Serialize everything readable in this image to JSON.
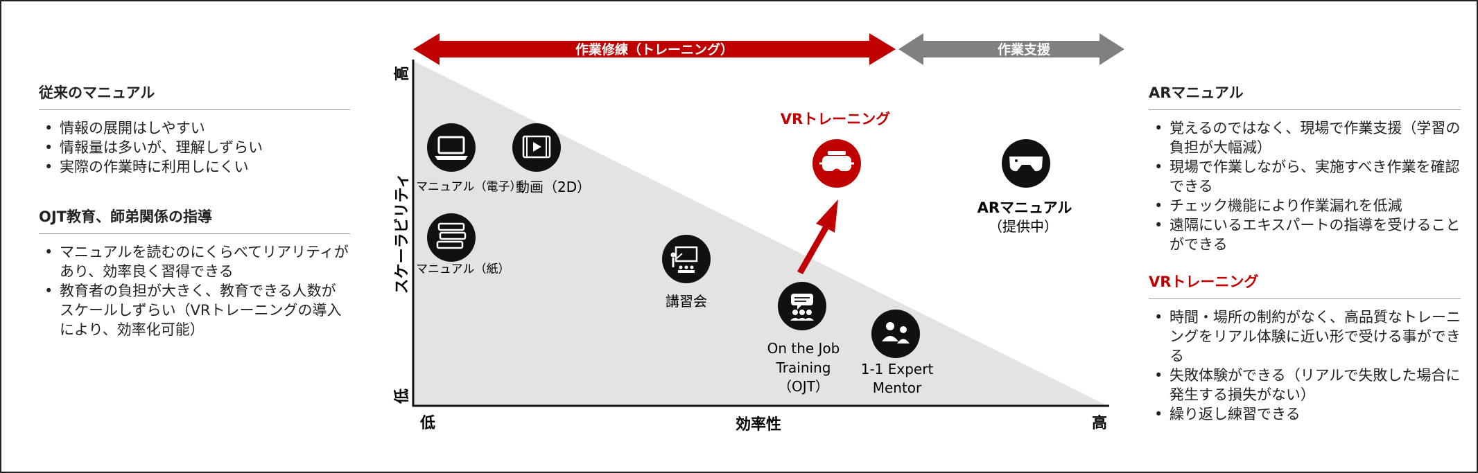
{
  "left_panel": {
    "sections": [
      {
        "title": "従来のマニュアル",
        "bullets": [
          "情報の展開はしやすい",
          "情報量は多いが、理解しずらい",
          "実際の作業時に利用しにくい"
        ]
      },
      {
        "title": "OJT教育、師弟関係の指導",
        "bullets": [
          "マニュアルを読むのにくらべてリアリティがあり、効率良く習得できる",
          "教育者の負担が大きく、教育できる人数がスケールしずらい（VRトレーニングの導入により、効率化可能）"
        ]
      }
    ]
  },
  "right_panel": {
    "sections": [
      {
        "title": "ARマニュアル",
        "bullets": [
          "覚えるのではなく、現場で作業支援（学習の負担が大幅減）",
          "現場で作業しながら、実施すべき作業を確認できる",
          "チェック機能により作業漏れを低減",
          "遠隔にいるエキスパートの指導を受けることができる"
        ]
      },
      {
        "title": "VRトレーニング",
        "title_color": "#c00000",
        "bullets": [
          "時間・場所の制約がなく、高品質なトレーニングをリアル体験に近い形で受ける事ができる",
          "失敗体験ができる（リアルで失敗した場合に発生する損失がない）",
          "繰り返し練習できる"
        ]
      }
    ]
  },
  "diagram": {
    "arrow_training": "作業修練（トレーニング）",
    "arrow_support": "作業支援",
    "y_axis": {
      "label": "スケーラビリティ",
      "high": "高",
      "low": "低"
    },
    "x_axis": {
      "label": "効率性",
      "low": "低",
      "high": "高"
    },
    "vr_title": "VRトレーニング",
    "items": {
      "manual_digital": "マニュアル（電子）",
      "video_2d": "動画（2D）",
      "manual_paper": "マニュアル（紙）",
      "lecture": "講習会",
      "ojt": [
        "On the Job",
        "Training",
        "（OJT）"
      ],
      "expert": [
        "1-1 Expert",
        "Mentor"
      ],
      "ar_manual": "ARマニュアル",
      "ar_status": "（提供中）"
    },
    "colors": {
      "red": "#c00000",
      "gray_arrow": "#808080",
      "triangle": "#e3e3e3",
      "icon": "#111111"
    },
    "icons": {
      "manual_digital": "laptop-icon",
      "video_2d": "video-player-icon",
      "manual_paper": "book-stack-icon",
      "lecture": "presentation-icon",
      "ojt": "speech-group-icon",
      "expert": "mentor-icon",
      "vr": "vr-headset-icon",
      "ar": "ar-glasses-icon"
    }
  }
}
